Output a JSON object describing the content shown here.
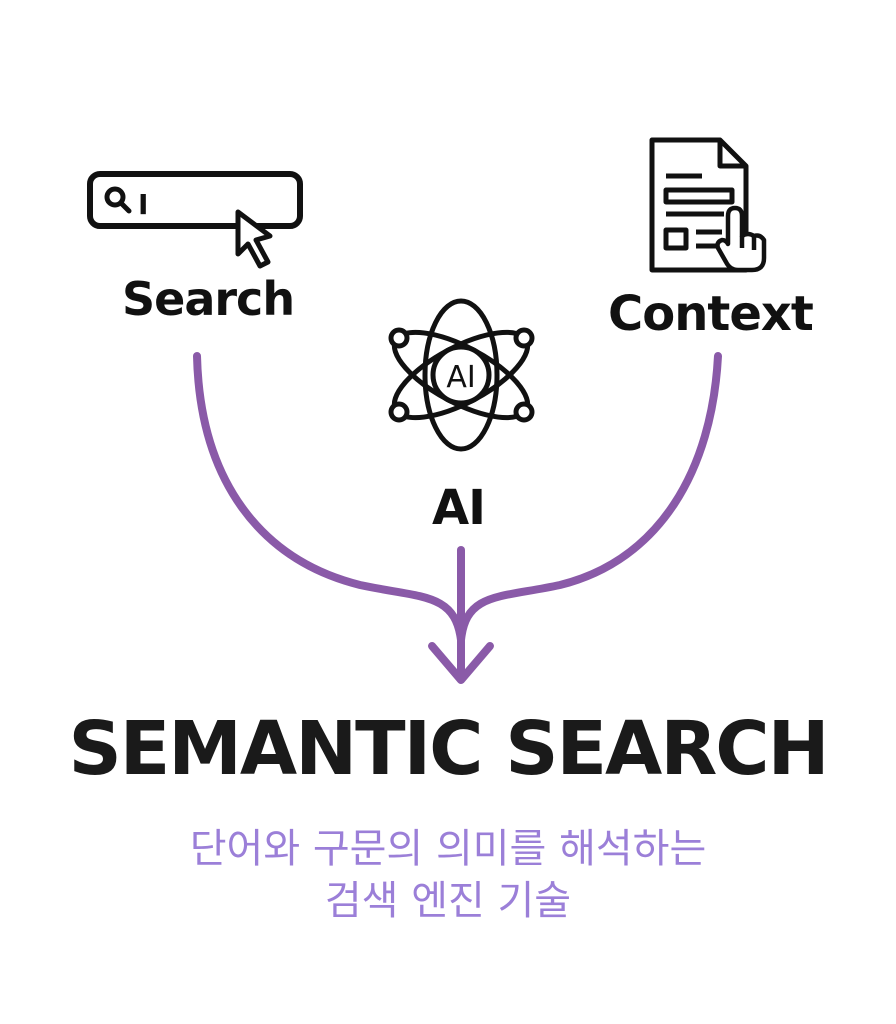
{
  "colors": {
    "arrow": "#8a5aa8",
    "subtitle": "#9b7fd8",
    "ink": "#111111"
  },
  "icons": [
    "search-bar-icon",
    "cursor-icon",
    "ai-atom-icon",
    "document-icon",
    "pointing-hand-icon"
  ],
  "search": {
    "label": "Search",
    "bar_text": "I"
  },
  "ai": {
    "label": "AI",
    "icon_text": "AI"
  },
  "context": {
    "label": "Context"
  },
  "title": "SEMANTIC SEARCH",
  "subtitle": {
    "line1": "단어와 구문의 의미를 해석하는",
    "line2": "검색 엔진 기술"
  }
}
